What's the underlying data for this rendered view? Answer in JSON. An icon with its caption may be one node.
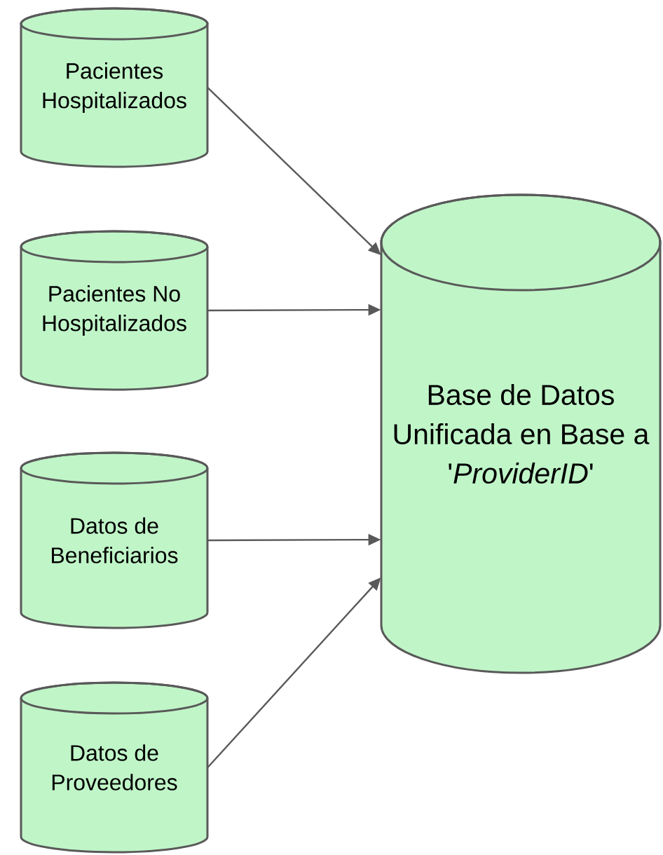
{
  "diagram": {
    "nodes": [
      {
        "text": [
          "Pacientes Hospitalizados"
        ]
      },
      {
        "text": [
          "Pacientes No Hospitalizados"
        ]
      },
      {
        "text": [
          "Datos de Beneficiarios"
        ]
      },
      {
        "text": [
          "Datos de Proveedores"
        ]
      },
      {
        "text": [
          "Base de Datos Unificada en Base a '*ProviderID*'"
        ]
      }
    ],
    "edges": [
      {
        "from": 0,
        "to": 4,
        "arrow": "to"
      },
      {
        "from": 1,
        "to": 4,
        "arrow": "to"
      },
      {
        "from": 2,
        "to": 4,
        "arrow": "to"
      },
      {
        "from": 3,
        "to": 4,
        "arrow": "to"
      }
    ]
  }
}
